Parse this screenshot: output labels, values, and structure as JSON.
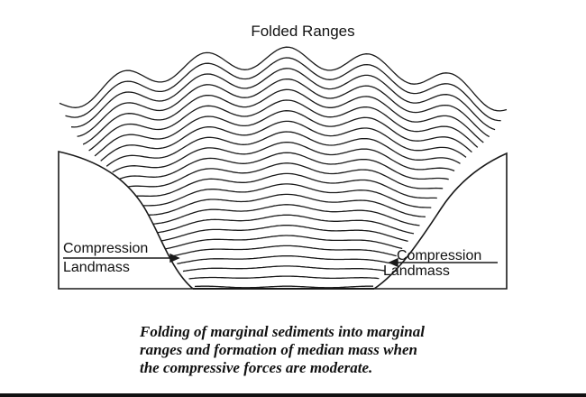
{
  "title": "Folded Ranges",
  "left_labels": {
    "compression": "Compression",
    "landmass": "Landmass"
  },
  "right_labels": {
    "compression": "Compression",
    "landmass": "Landmass"
  },
  "caption": {
    "line1": "Folding of marginal sediments into marginal",
    "line2": "ranges and formation of median mass when",
    "line3": "the compressive forces are moderate."
  }
}
